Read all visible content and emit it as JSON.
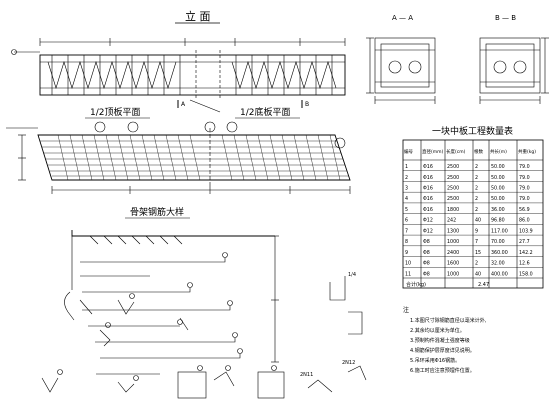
{
  "drawing": {
    "elevation_title": "立 面",
    "plan_title_left": "1/2顶板平面",
    "plan_title_right": "1/2底板平面",
    "rebar_detail_title": "骨架钢筋大样",
    "section_a_title": "A — A",
    "section_b_title": "B — B",
    "section_marks": {
      "a": "A",
      "b": "B",
      "one": "1",
      "two": "2"
    },
    "detail_notes": {
      "slope": "1/4",
      "bar_a": "2N11",
      "bar_b": "2N12"
    }
  },
  "quantity_table": {
    "title": "一块中板工程数量表",
    "headers": [
      "编号",
      "直径(mm)",
      "长度(cm)",
      "根数",
      "共长(m)",
      "共重(kg)"
    ],
    "rows": [
      [
        "1",
        "Φ16",
        "2500",
        "2",
        "50.00",
        "79.0"
      ],
      [
        "2",
        "Φ16",
        "2500",
        "2",
        "50.00",
        "79.0"
      ],
      [
        "3",
        "Φ16",
        "2500",
        "2",
        "50.00",
        "79.0"
      ],
      [
        "4",
        "Φ16",
        "2500",
        "2",
        "50.00",
        "79.0"
      ],
      [
        "5",
        "Φ16",
        "1800",
        "2",
        "36.00",
        "56.9"
      ],
      [
        "6",
        "Φ12",
        "242",
        "40",
        "96.80",
        "86.0"
      ],
      [
        "7",
        "Φ12",
        "1300",
        "9",
        "117.00",
        "103.9"
      ],
      [
        "8",
        "Φ8",
        "1000",
        "7",
        "70.00",
        "27.7"
      ],
      [
        "9",
        "Φ8",
        "2400",
        "15",
        "360.00",
        "142.2"
      ],
      [
        "10",
        "Φ8",
        "1600",
        "2",
        "32.00",
        "12.6"
      ],
      [
        "11",
        "Φ8",
        "1000",
        "40",
        "400.00",
        "158.0"
      ]
    ],
    "total_label": "合计(kg)",
    "total_value": "2.47"
  },
  "notes": {
    "heading": "注",
    "lines": [
      "1.本图尺寸除钢筋直径以毫米计外,",
      "2.其余均以厘米为单位。",
      "3.预制构件混凝土强度等级",
      "4.钢筋保护层厚度详见说明。",
      "5.吊环采用Φ16钢筋。",
      "6.施工时应注意预埋件位置。"
    ]
  }
}
